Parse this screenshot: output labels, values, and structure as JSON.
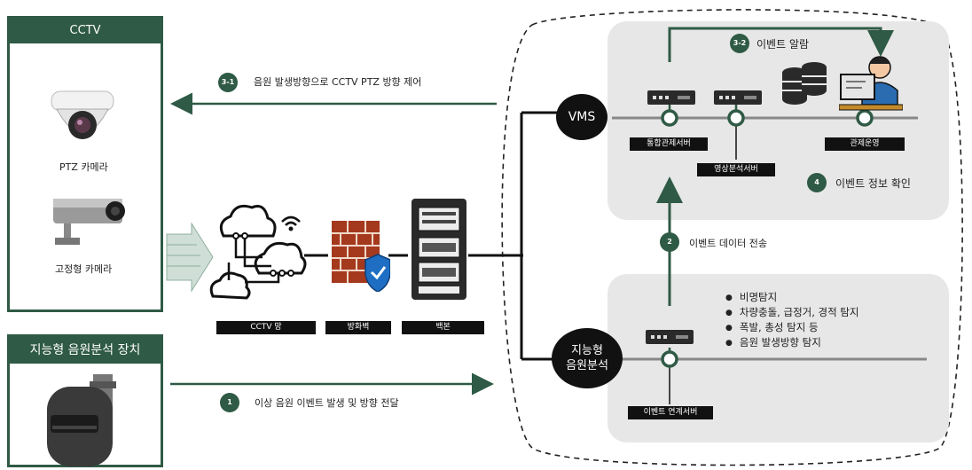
{
  "cctv_panel": {
    "title": "CCTV",
    "ptz_label": "PTZ 카메라",
    "fixed_label": "고정형 카메라"
  },
  "sound_panel": {
    "title": "지능형 음원분석 장치"
  },
  "network": {
    "cctv_net_label": "CCTV 망",
    "firewall_label": "방화벽",
    "backbone_label": "백본"
  },
  "steps": {
    "s31": {
      "num": "3-1",
      "text": "음원 발생방향으로 CCTV PTZ 방향 제어"
    },
    "s1": {
      "num": "1",
      "text": "이상 음원 이벤트 발생 및 방향 전달"
    },
    "s32": {
      "num": "3-2",
      "text": "이벤트 알람"
    },
    "s4": {
      "num": "4",
      "text": "이벤트 정보 확인"
    },
    "s2": {
      "num": "2",
      "text": "이벤트 데이터 전송"
    }
  },
  "vms": {
    "label": "VMS",
    "integrated_server": "통합관제서버",
    "video_server": "영상분석서버",
    "control_op": "관제운영"
  },
  "analysis": {
    "label_line1": "지능형",
    "label_line2": "음원분석",
    "event_server": "이벤트 연계서버",
    "detections": [
      "비명탐지",
      "차량충돌, 급정거, 경적 탐지",
      "폭발, 총성 탐지 등",
      "음원 발생방향 탐지"
    ]
  },
  "colors": {
    "accent": "#2f5a45",
    "grey_panel": "#e7e7e7",
    "black": "#111111"
  }
}
